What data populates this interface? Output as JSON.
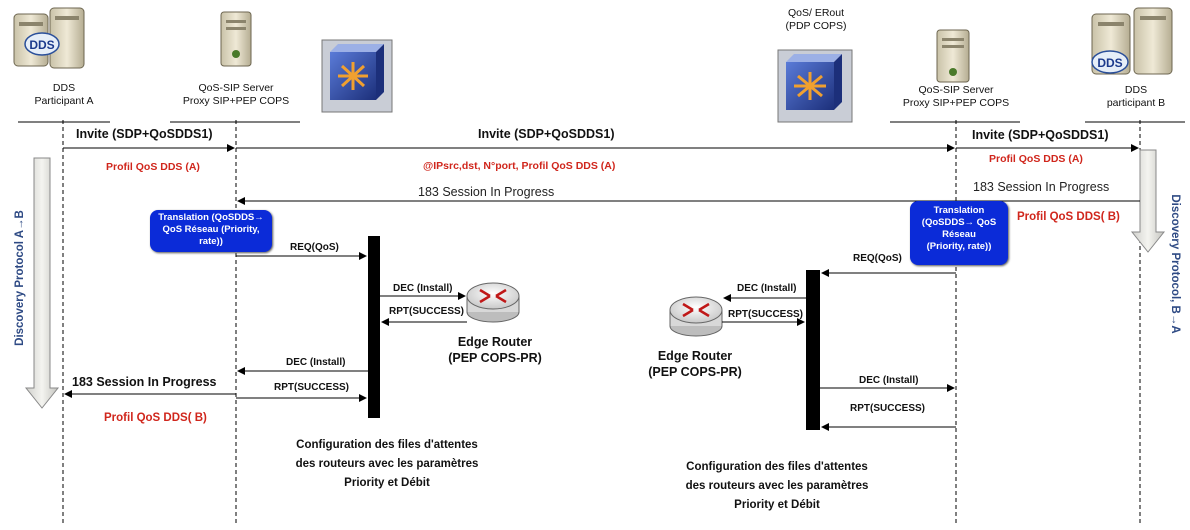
{
  "actors": {
    "dds_a": "DDS\nParticipant A",
    "sip_a": "QoS-SIP Server\nProxy SIP+PEP COPS",
    "pdp": "QoS/ ERout\n(PDP COPS)",
    "sip_b": "QoS-SIP Server\nProxy SIP+PEP COPS",
    "dds_b": "DDS\nparticipant B"
  },
  "messages": {
    "invite1": "Invite (SDP+QoSDDS1)",
    "invite2": "Invite (SDP+QoSDDS1)",
    "invite3": "Invite (SDP+QoSDDS1)",
    "profil_a1": "Profil QoS DDS (A)",
    "ipsrc": "@IPsrc,dst, N°port, Profil QoS DDS (A)",
    "profil_a2": "Profil QoS DDS (A)",
    "session183_top_b": "183 Session In Progress",
    "session183_top": "183 Session In Progress",
    "profil_b_right": "Profil QoS DDS( B)",
    "req_left": "REQ(QoS)",
    "req_right": "REQ(QoS)",
    "dec_install_1": "DEC (Install)",
    "rpt_success_1": "RPT(SUCCESS)",
    "dec_install_2": "DEC (Install)",
    "rpt_success_2": "RPT(SUCCESS)",
    "dec_install_3": "DEC (Install)",
    "rpt_success_3": "RPT(SUCCESS)",
    "dec_install_4": "DEC (Install)",
    "rpt_success_4": "RPT(SUCCESS)",
    "session183_bottom": "183 Session In Progress",
    "profil_b_left": "Profil QoS DDS( B)"
  },
  "translation_left": "Translation (QoSDDS→\nQoS Réseau (Priority,\nrate))",
  "translation_right": "Translation\n(QoSDDS→ QoS\nRéseau\n(Priority, rate))",
  "router_left": "Edge Router\n(PEP COPS-PR)",
  "router_right": "Edge Router\n(PEP COPS-PR)",
  "config_left": "Configuration des files d'attentes\ndes routeurs avec les paramètres\nPriority et Débit",
  "config_right": "Configuration des files d'attentes\ndes routeurs avec les paramètres\nPriority et Débit",
  "discovery_left": "Discovery Protocol A→B",
  "discovery_right": "Discovery Protocol, B→A",
  "icons": {
    "dds_badge": "DDS"
  },
  "colors": {
    "red_text": "#d0261c",
    "translation_box": "#0b2bd8",
    "discovery_text": "#2e4a84"
  }
}
